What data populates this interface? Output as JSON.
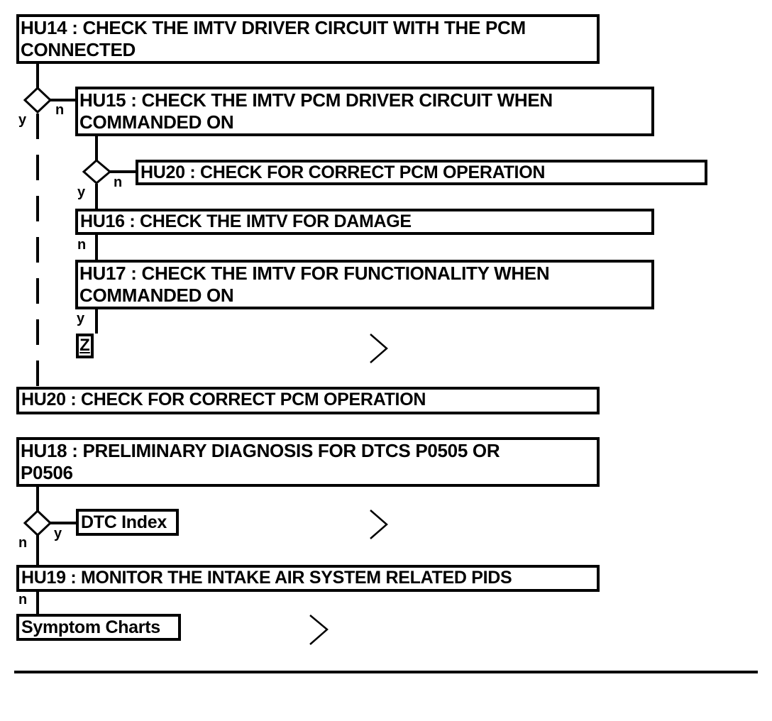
{
  "steps": {
    "hu14": "HU14 : CHECK THE IMTV DRIVER CIRCUIT WITH THE PCM\nCONNECTED",
    "hu15": "HU15 : CHECK THE IMTV PCM DRIVER CIRCUIT WHEN\nCOMMANDED ON",
    "hu20_inner": "HU20 : CHECK FOR CORRECT PCM OPERATION",
    "hu16": "HU16 : CHECK THE IMTV FOR DAMAGE",
    "hu17": "HU17 : CHECK THE IMTV FOR FUNCTIONALITY WHEN\nCOMMANDED ON",
    "hu20": "HU20 : CHECK FOR CORRECT PCM OPERATION",
    "hu18": "HU18 : PRELIMINARY DIAGNOSIS FOR DTCS P0505 OR\nP0506",
    "hu19": "HU19 : MONITOR THE INTAKE AIR SYSTEM RELATED PIDS"
  },
  "links": {
    "dtc_index": "DTC Index",
    "symptom_charts": "Symptom Charts",
    "z_marker": "Z"
  },
  "branch_labels": {
    "yes": "y",
    "no": "n"
  },
  "colors": {
    "line": "#000000",
    "background": "#ffffff"
  }
}
